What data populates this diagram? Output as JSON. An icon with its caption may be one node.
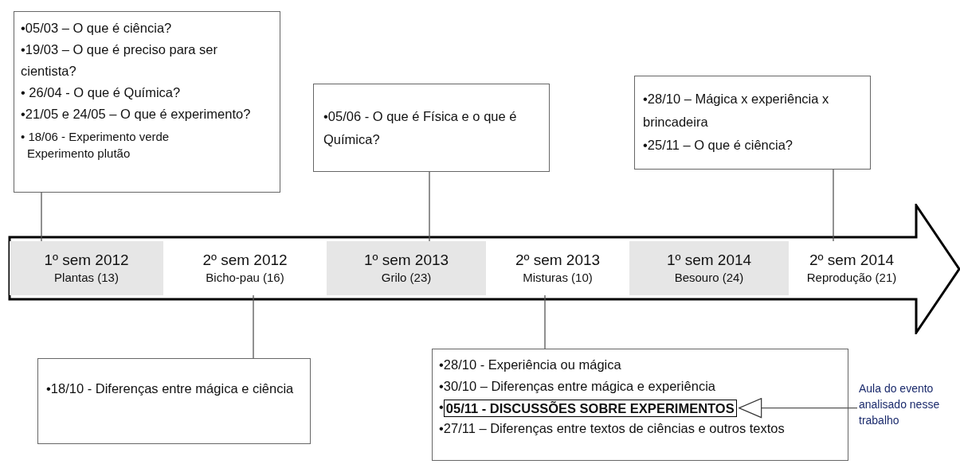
{
  "diagram": {
    "nodes": [
      {
        "text": [
          "•05/03 – O que é ciência?",
          "•19/03 – O que é preciso para ser cientista?",
          "• 26/04 - O que é Química?",
          "•21/05 e 24/05 – O que é experimento?",
          "• 18/06 - Experimento verde Experimento plutão"
        ]
      },
      {
        "text": [
          "•05/06 - O que é Física e o que é Química?"
        ]
      },
      {
        "text": [
          "•28/10 – Mágica x experiência x brincadeira",
          "•25/11 – O que é ciência?"
        ]
      },
      {
        "text": [],
        "shape": "arrow"
      },
      {
        "text": [
          "1º sem 2012",
          "Plantas (13)"
        ],
        "in": 3
      },
      {
        "text": [
          "2º sem 2012",
          "Bicho-pau (16)"
        ],
        "in": 3
      },
      {
        "text": [
          "1º sem 2013",
          "Grilo (23)"
        ],
        "in": 3
      },
      {
        "text": [
          "2º sem 2013",
          "Misturas (10)"
        ],
        "in": 3
      },
      {
        "text": [
          "1º sem 2014",
          "Besouro (24)"
        ],
        "in": 3
      },
      {
        "text": [
          "2º sem 2014",
          "Reprodução (21)"
        ],
        "in": 3
      },
      {
        "text": [
          "•18/10 - Diferenças entre mágica e ciência"
        ]
      },
      {
        "text": [
          "•28/10 - Experiência ou mágica",
          "•30/10 – Diferenças entre mágica e experiência",
          "•",
          "•27/11 – Diferenças entre textos de ciências e outros textos"
        ]
      },
      {
        "text": [
          "05/11 - DISCUSSÕES SOBRE EXPERIMENTOS"
        ],
        "in": 11
      },
      {
        "text": [
          "Aula do evento analisado nesse trabalho"
        ]
      }
    ],
    "edges": [
      {
        "from": 0,
        "to": 4,
        "arrow": "none"
      },
      {
        "from": 1,
        "to": 6,
        "arrow": "none"
      },
      {
        "from": 2,
        "to": 9,
        "arrow": "none"
      },
      {
        "from": 5,
        "to": 10,
        "arrow": "none"
      },
      {
        "from": 7,
        "to": 11,
        "arrow": "none"
      },
      {
        "from": 13,
        "to": 12,
        "arrow": "to"
      }
    ]
  }
}
